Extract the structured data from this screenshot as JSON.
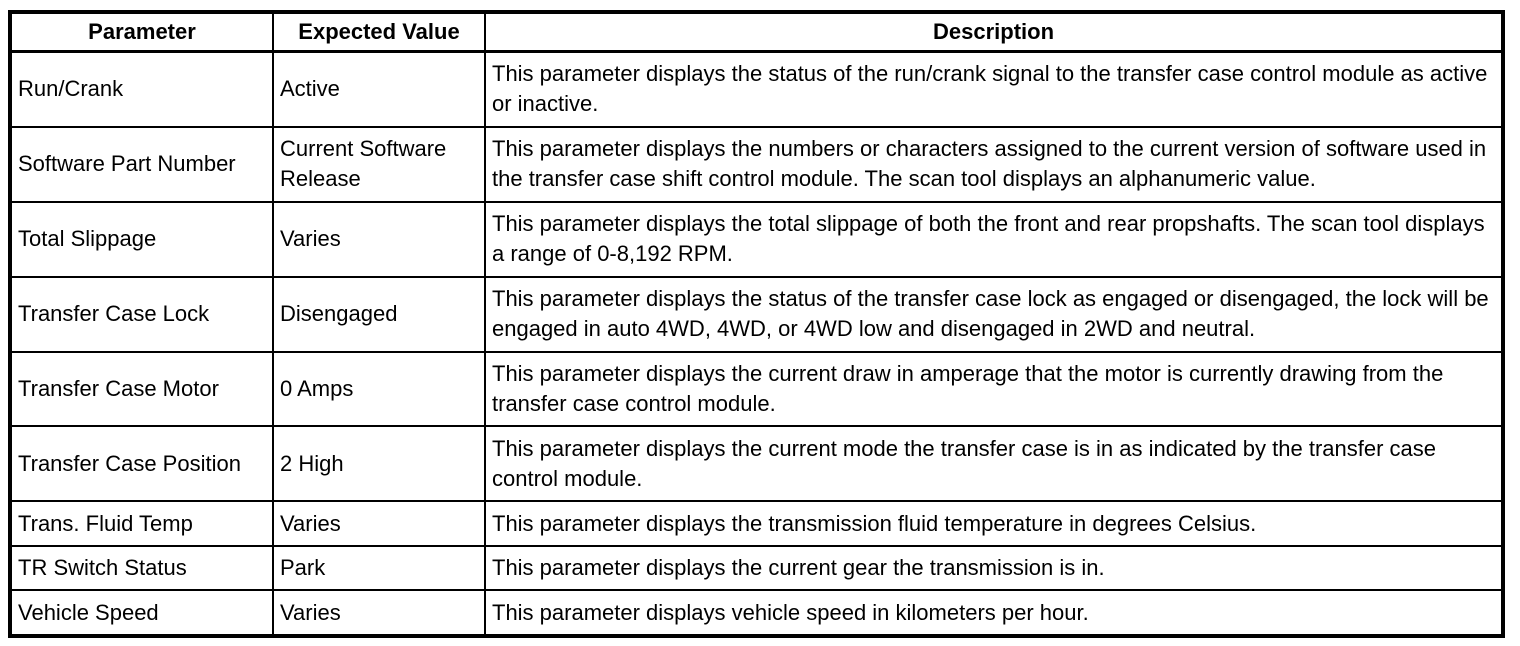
{
  "colors": {
    "border": "#000000",
    "text": "#000000",
    "background": "#ffffff"
  },
  "table": {
    "columns": [
      "Parameter",
      "Expected Value",
      "Description"
    ],
    "rows": [
      {
        "parameter": "Run/Crank",
        "expected_value": "Active",
        "description": "This parameter displays the status of the run/crank signal to the transfer case control module as active or inactive."
      },
      {
        "parameter": "Software Part Number",
        "expected_value": "Current Software Release",
        "description": "This parameter displays the numbers or characters assigned to the current version of software used in the transfer case shift control module. The scan tool displays an alphanumeric value."
      },
      {
        "parameter": "Total Slippage",
        "expected_value": "Varies",
        "description": "This parameter displays the total slippage of both the front and rear propshafts. The scan tool displays a range of 0-8,192 RPM."
      },
      {
        "parameter": "Transfer Case Lock",
        "expected_value": "Disengaged",
        "description": "This parameter displays the status of the transfer case lock as engaged or disengaged, the lock will be engaged in auto 4WD, 4WD, or 4WD low and disengaged in 2WD and neutral."
      },
      {
        "parameter": "Transfer Case Motor",
        "expected_value": "0 Amps",
        "description": "This parameter displays the current draw in amperage that the motor is currently drawing from the transfer case control module."
      },
      {
        "parameter": "Transfer Case Position",
        "expected_value": "2 High",
        "description": "This parameter displays the current mode the transfer case is in as indicated by the transfer case control module."
      },
      {
        "parameter": "Trans. Fluid Temp",
        "expected_value": "Varies",
        "description": "This parameter displays the transmission fluid temperature in degrees Celsius."
      },
      {
        "parameter": "TR Switch Status",
        "expected_value": "Park",
        "description": "This parameter displays the current gear the transmission is in."
      },
      {
        "parameter": "Vehicle Speed",
        "expected_value": "Varies",
        "description": "This parameter displays vehicle speed in kilometers per hour."
      }
    ]
  }
}
